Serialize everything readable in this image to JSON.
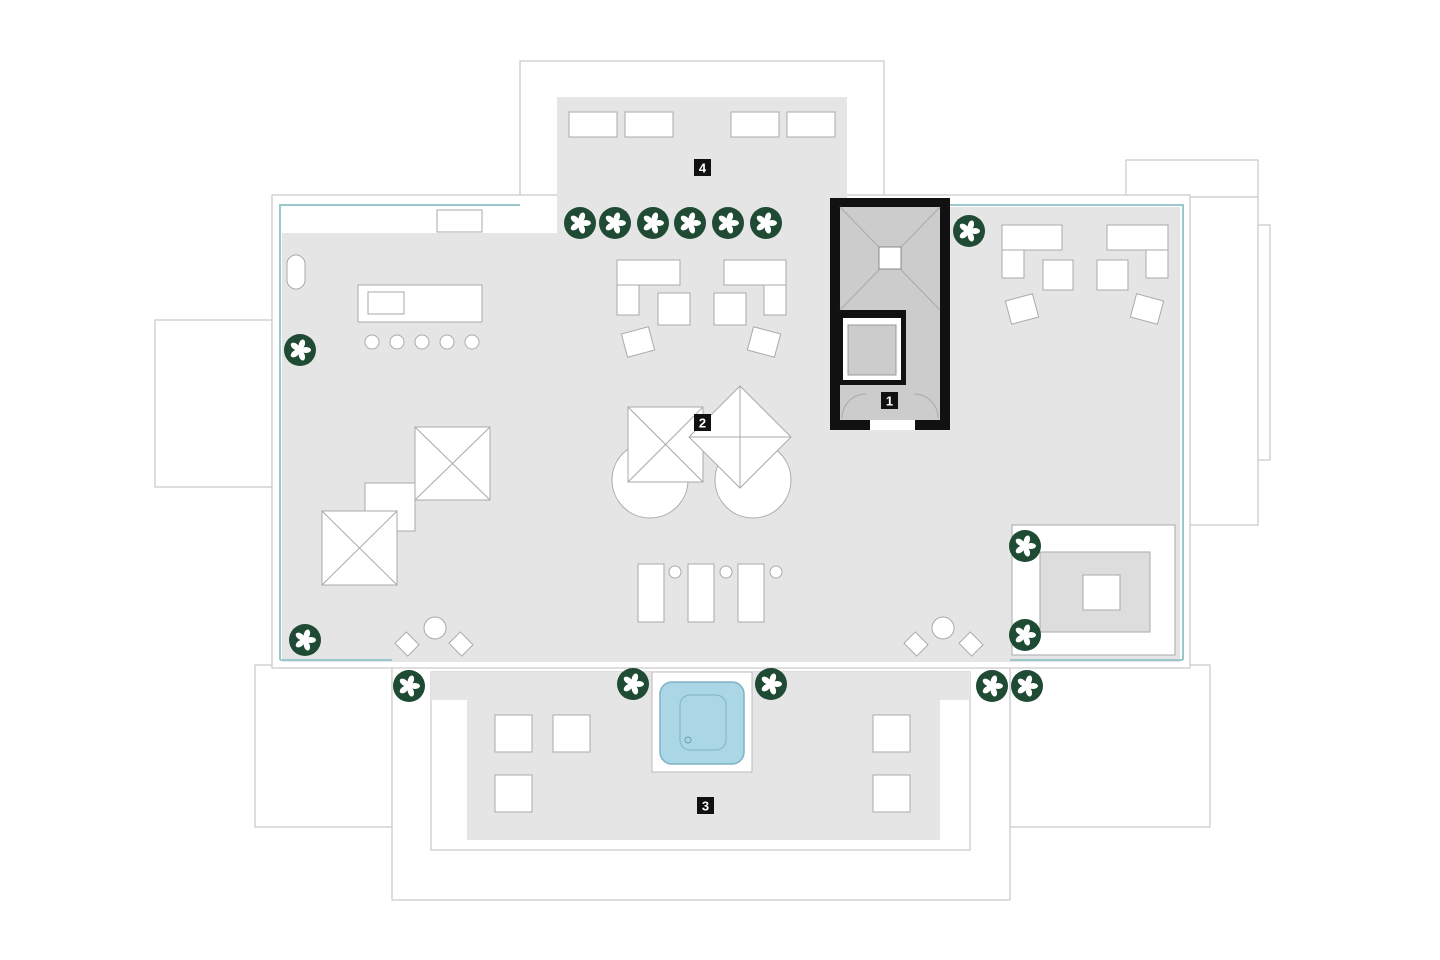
{
  "plan": {
    "zone_labels": [
      "1",
      "2",
      "3",
      "4"
    ],
    "colors": {
      "floor": "#e5e5e5",
      "wall": "#111111",
      "plant": "#1f4a33",
      "water": "#aad6e6",
      "glass_edge": "#9cc8cc"
    }
  }
}
